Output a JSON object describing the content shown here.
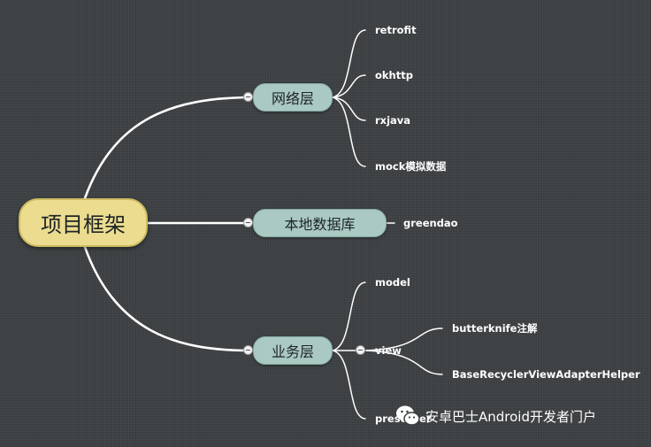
{
  "root": {
    "label": "项目框架"
  },
  "branches": [
    {
      "label": "网络层",
      "children": [
        "retrofit",
        "okhttp",
        "rxjava",
        "mock模拟数据"
      ]
    },
    {
      "label": "本地数据库",
      "children": [
        "greendao"
      ]
    },
    {
      "label": "业务层",
      "children": [
        "model",
        "view",
        "presenter"
      ]
    }
  ],
  "view_children": [
    "butterknife注解",
    "BaseRecyclerViewAdapterHelper"
  ],
  "watermark": {
    "icon": "wechat-icon",
    "text": "安卓巴士Android开发者门户"
  },
  "colors": {
    "background": "#3b3f41",
    "root_fill": "#ebdc8f",
    "branch_fill": "#a9c9c2",
    "line": "#ffffff"
  }
}
